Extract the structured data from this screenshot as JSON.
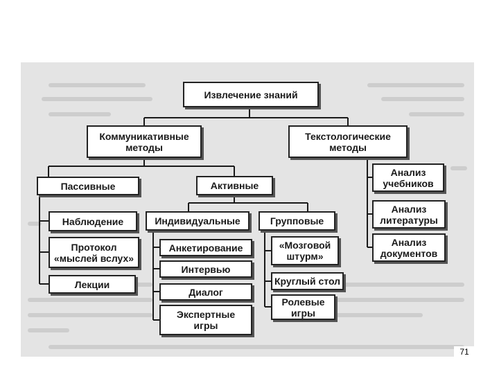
{
  "diagram": {
    "root": "Извлечение знаний",
    "communicative": "Коммуникативные\nметоды",
    "textological": "Текстологические\nметоды",
    "passive": "Пассивные",
    "active": "Активные",
    "observation": "Наблюдение",
    "protocol": "Протокол\n«мыслей вслух»",
    "lectures": "Лекции",
    "individual": "Индивидуальные",
    "group": "Групповые",
    "survey": "Анкетирование",
    "interview": "Интервью",
    "dialog": "Диалог",
    "expert_games": "Экспертные\nигры",
    "brainstorm": "«Мозговой\nштурм»",
    "round_table": "Круглый стол",
    "role_games": "Ролевые\nигры",
    "textbooks": "Анализ\nучебников",
    "literature": "Анализ\nлитературы",
    "documents": "Анализ\nдокументов"
  },
  "page_number": "71"
}
